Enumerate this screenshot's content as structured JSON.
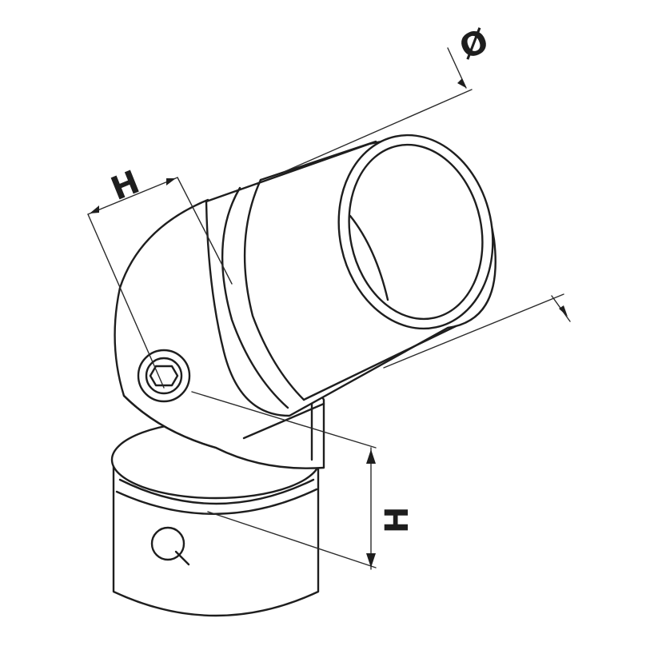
{
  "drawing": {
    "labels": {
      "diameter": "Ø",
      "height_top": "H",
      "height_side": "H"
    },
    "colors": {
      "background": "#ffffff",
      "line": "#1e1e1e"
    },
    "icons": [
      "hex-socket-icon",
      "thumb-screw-icon"
    ]
  }
}
